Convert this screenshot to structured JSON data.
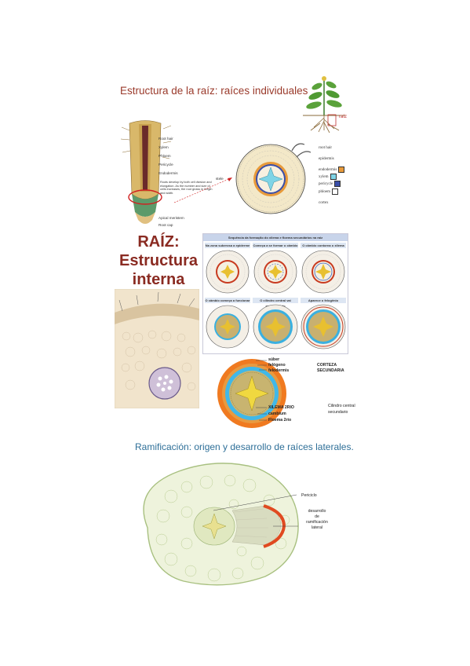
{
  "section1": {
    "title": "Estructura de la raíz: raíces individuales",
    "plant_label": "raíz",
    "longitudinal_labels": [
      "Root hair",
      "Xylem",
      "Phloem",
      "Pericycle",
      "Endodermis",
      "Apical meristem",
      "Root cap"
    ],
    "callout_text": "Roots develop by both cell division and elongation. As the number and size of cells increases, the root grows in length and width.",
    "cross_stele_label": "stele",
    "cross_labels": [
      "root hair",
      "epidermis",
      "endodermis",
      "xylem",
      "pericycle",
      "phloem",
      "cortex"
    ],
    "legend_colors": {
      "endodermis": "#e89a3a",
      "xylem": "#7fd4e6",
      "pericycle": "#3a4ea8",
      "phloem": "#ffffff"
    }
  },
  "section2": {
    "title_line1": "RAÍZ:",
    "title_line2": "Estructura",
    "title_line3": "interna",
    "panel_title": "Sequência da formação do xilema e floema secundários na raiz",
    "panel_headers": [
      "Na zona suberosa a epiderme cai",
      "Começa a se formar o câmbio",
      "O câmbio contorna o xilema",
      "O câmbio começa a funcionar",
      "O cilindro central vai engrossando",
      "Aparece o felogênio"
    ],
    "secondary_labels": [
      "súber",
      "felógeno",
      "felodermis",
      "CORTEZA",
      "SECUNDARIA",
      "XILEMA 2RIO",
      "cambium",
      "Floema 2rio",
      "Cilindro central",
      "secundario"
    ]
  },
  "section3": {
    "title": "Ramificación: origen y desarrollo de raíces laterales.",
    "label_pericycle": "Periciclo",
    "label_lateral_1": "desarrollo",
    "label_lateral_2": "de",
    "label_lateral_3": "ramificación",
    "label_lateral_4": "lateral"
  }
}
